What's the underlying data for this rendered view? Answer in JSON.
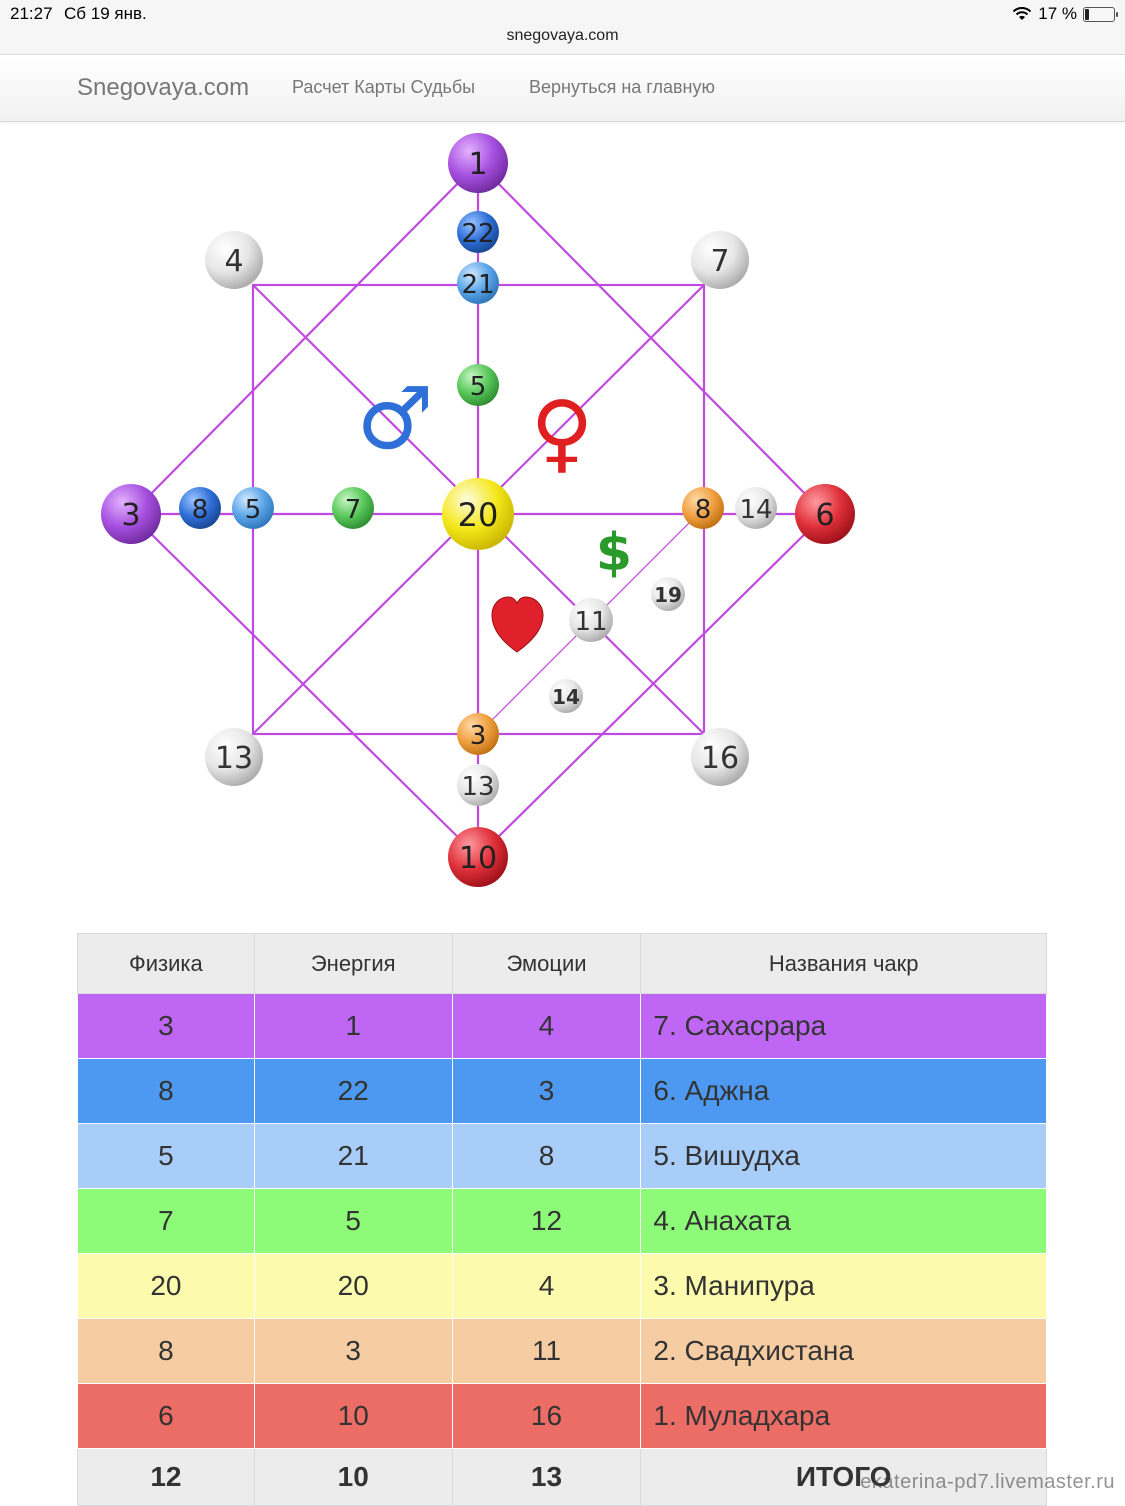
{
  "status_bar": {
    "time": "21:27",
    "date": "Сб 19 янв.",
    "url": "snegovaya.com",
    "battery": "17 %"
  },
  "navbar": {
    "brand": "Snegovaya.com",
    "links": [
      "Расчет Карты Судьбы",
      "Вернуться на главную"
    ]
  },
  "diagram": {
    "outer": {
      "top": "1",
      "top_left": "4",
      "top_right": "7",
      "left": "3",
      "right": "6",
      "bottom_left": "13",
      "bottom_right": "16",
      "bottom": "10",
      "center": "20"
    },
    "inner": {
      "top_upper": "22",
      "top_lower": "21",
      "top_mid": "5",
      "left_outer": "8",
      "left_inner": "5",
      "left_mid": "7",
      "right_inner": "8",
      "right_outer": "14",
      "bottom_inner": "3",
      "bottom_outer": "13",
      "diag_11": "11",
      "diag_19": "19",
      "diag_14": "14"
    },
    "symbols": {
      "male": "♂",
      "female": "♀",
      "dollar": "$",
      "heart": "heart-icon"
    },
    "colors": {
      "purple": "#a650e0",
      "line": "#c04ae0",
      "blue_dark": "#2f6fd8",
      "blue_light": "#5aa5e8",
      "green": "#58c85a",
      "yellow": "#f4e81a",
      "orange": "#f0a040",
      "red": "#e0303a",
      "gray": "#e6e6e6"
    }
  },
  "table": {
    "headers": [
      "Физика",
      "Энергия",
      "Эмоции",
      "Названия чакр"
    ],
    "rows": [
      {
        "cells": [
          "3",
          "1",
          "4",
          "7. Сахасрара"
        ],
        "color": "#bf66f5"
      },
      {
        "cells": [
          "8",
          "22",
          "3",
          "6. Аджна"
        ],
        "color": "#4d99f1"
      },
      {
        "cells": [
          "5",
          "21",
          "8",
          "5. Вишудха"
        ],
        "color": "#a8cdf8"
      },
      {
        "cells": [
          "7",
          "5",
          "12",
          "4. Анахата"
        ],
        "color": "#8dfa78"
      },
      {
        "cells": [
          "20",
          "20",
          "4",
          "3. Манипура"
        ],
        "color": "#fcfaac"
      },
      {
        "cells": [
          "8",
          "3",
          "11",
          "2. Свадхистана"
        ],
        "color": "#f6cda3"
      },
      {
        "cells": [
          "6",
          "10",
          "16",
          "1. Муладхара"
        ],
        "color": "#ec6c66"
      }
    ],
    "total": [
      "12",
      "10",
      "13",
      "ИТОГО"
    ]
  },
  "watermark": "ekaterina-pd7.livemaster.ru"
}
